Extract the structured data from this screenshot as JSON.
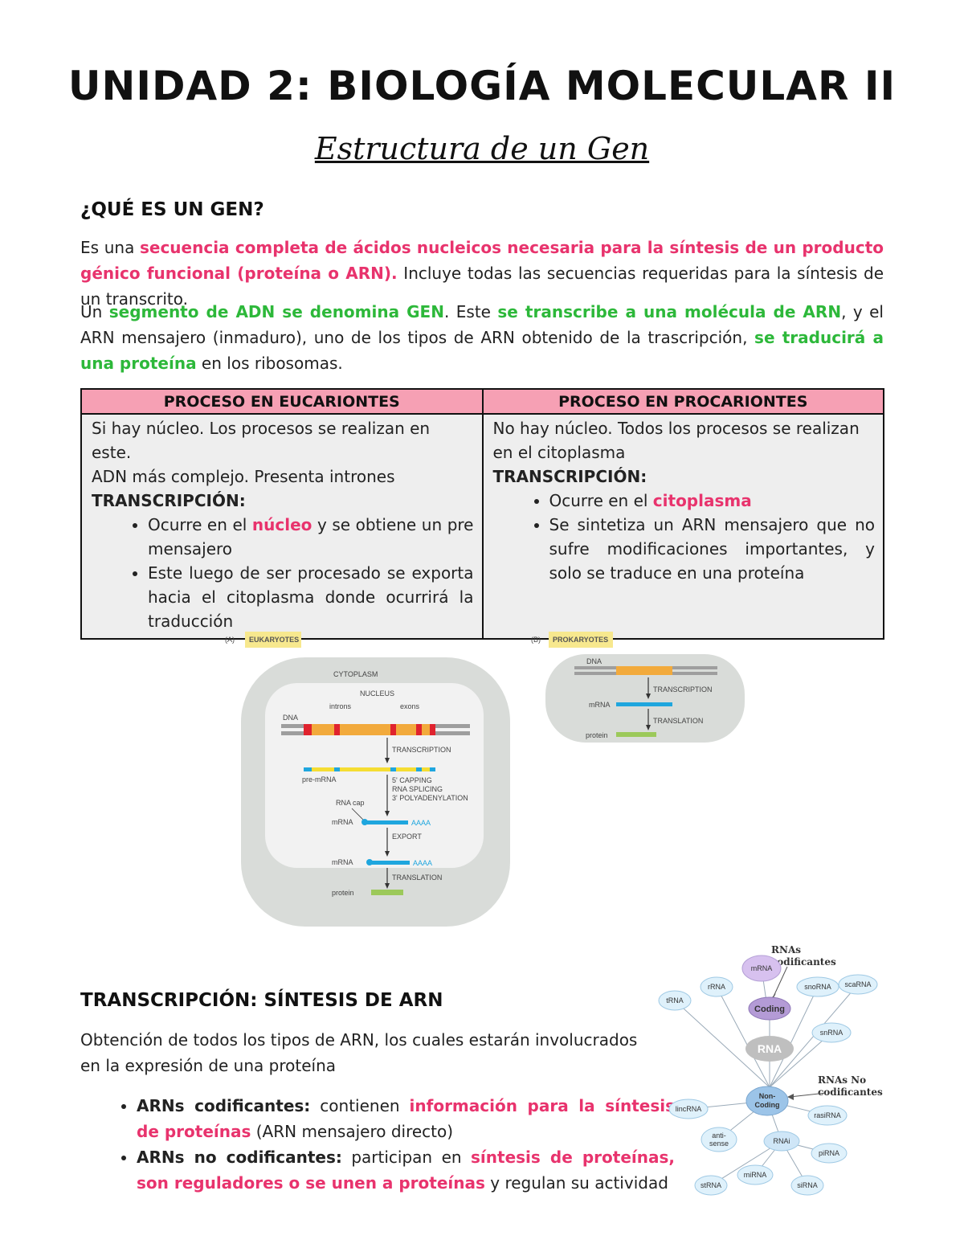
{
  "title": "UNIDAD 2: BIOLOGÍA MOLECULAR II",
  "subtitle": "Estructura de un Gen",
  "section1": {
    "heading": "¿QUÉ ES UN GEN?",
    "p1": {
      "a": "Es una ",
      "b": "secuencia completa de ácidos nucleicos necesaria para la síntesis de un producto génico funcional (proteína o ARN).",
      "c": " Incluye todas las secuencias requeridas para la síntesis de un transcrito."
    },
    "p2": {
      "a": "Un ",
      "b": "segmento de ADN se denomina GEN",
      "c": ". Este ",
      "d": "se transcribe a una molécula de ARN",
      "e": ", y el ARN mensajero (inmaduro), uno de los tipos de ARN obtenido de la trascripción, ",
      "f": "se traducirá a una proteína",
      "g": " en los ribosomas."
    }
  },
  "table": {
    "col1": {
      "header": "PROCESO EN EUCARIONTES",
      "line1": "Si hay núcleo. Los procesos se realizan en este.",
      "line2": "ADN más complejo. Presenta intrones",
      "sub": "TRANSCRIPCIÓN:",
      "b1a": "Ocurre en el ",
      "b1b": "núcleo",
      "b1c": " y se obtiene un pre mensajero",
      "b2": "Este luego de ser procesado se exporta hacia el citoplasma donde ocurrirá la traducción"
    },
    "col2": {
      "header": "PROCESO EN PROCARIONTES",
      "line1": "No hay núcleo. Todos los procesos se realizan en el citoplasma",
      "sub": "TRANSCRIPCIÓN:",
      "b1a": "Ocurre en el ",
      "b1b": "citoplasma",
      "b2": "Se sintetiza un ARN mensajero que no sufre modificaciones importantes, y solo se traduce en una proteína"
    }
  },
  "figure_euk": {
    "panel": "(A)",
    "tag": "EUKARYOTES",
    "cytoplasm": "CYTOPLASM",
    "nucleus": "NUCLEUS",
    "introns": "introns",
    "exons": "exons",
    "dna": "DNA",
    "transcription": "TRANSCRIPTION",
    "premrna": "pre-mRNA",
    "proc1": "5' CAPPING",
    "proc2": "RNA SPLICING",
    "proc3": "3' POLYADENYLATION",
    "rnacap": "RNA cap",
    "mrna": "mRNA",
    "polya": "AAAA",
    "export": "EXPORT",
    "mrna2": "mRNA",
    "polya2": "AAAA",
    "translation": "TRANSLATION",
    "protein": "protein",
    "colors": {
      "gray": "#9e9e9e",
      "orange": "#f2aa3c",
      "red": "#e0232e",
      "yellow": "#f5dd33",
      "blue": "#1fa6de",
      "green": "#9cc95a",
      "tag": "#f7e88e"
    }
  },
  "figure_prok": {
    "panel": "(B)",
    "tag": "PROKARYOTES",
    "dna": "DNA",
    "transcription": "TRANSCRIPTION",
    "mrna": "mRNA",
    "translation": "TRANSLATION",
    "protein": "protein"
  },
  "section2": {
    "heading": "TRANSCRIPCIÓN: SÍNTESIS DE ARN",
    "intro": "Obtención de todos los tipos de ARN, los cuales estarán involucrados en la expresión de una proteína",
    "b1": {
      "a": "ARNs codificantes:",
      "b": " contienen ",
      "c": "información para la síntesis de proteínas",
      "d": " (ARN mensajero directo)"
    },
    "b2": {
      "a": "ARNs no codificantes:",
      "b": " participan en ",
      "c": "síntesis de proteínas, son reguladores o se unen a proteínas",
      "d": " y regulan su actividad"
    }
  },
  "network": {
    "coding_title1": "RNAs",
    "coding_title2": "codificantes",
    "noncoding_title1": "RNAs No",
    "noncoding_title2": "codificantes",
    "center": "RNA",
    "coding": "Coding",
    "noncoding1": "Non-",
    "noncoding2": "Coding",
    "nodes": {
      "mrna": "mRNA",
      "rrna": "rRNA",
      "trna": "tRNA",
      "snorna": "snoRNA",
      "scarna": "scaRNA",
      "snrna": "snRNA",
      "lincrna": "lincRNA",
      "rasirna": "rasiRNA",
      "antisense1": "anti-",
      "antisense2": "sense",
      "rnai": "RNAi",
      "pirna": "piRNA",
      "mirna": "miRNA",
      "strna": "stRNA",
      "sirna": "siRNA"
    }
  }
}
